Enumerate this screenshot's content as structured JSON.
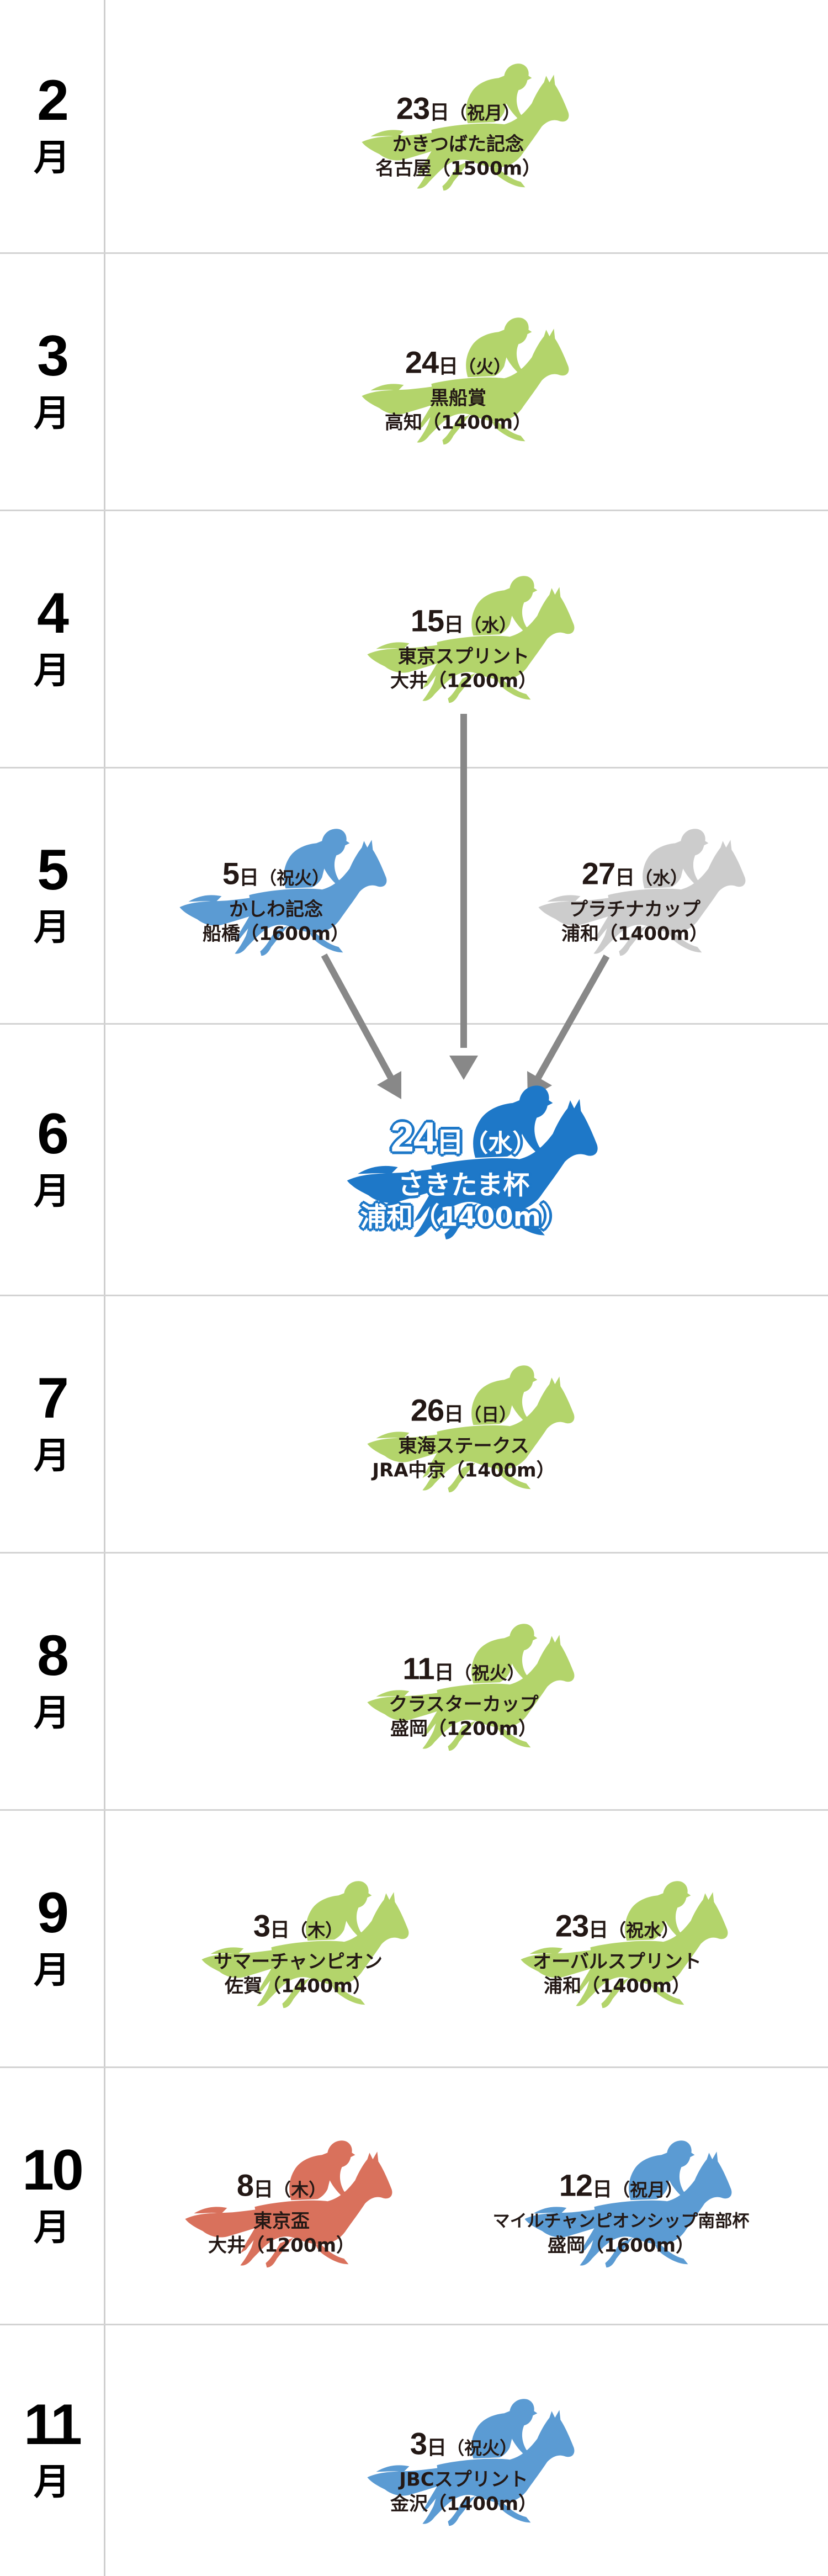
{
  "colors": {
    "grid_line": "#d3d3d3",
    "month_text": "#000000",
    "event_text": "#231815",
    "arrow": "#888888",
    "horse_green": "#b3d46b",
    "horse_blue": "#5b9bd3",
    "horse_gray": "#cccccc",
    "horse_red": "#d9715c",
    "horse_featured": "#1e78c8"
  },
  "months": [
    {
      "num": "2",
      "unit": "月"
    },
    {
      "num": "3",
      "unit": "月"
    },
    {
      "num": "4",
      "unit": "月"
    },
    {
      "num": "5",
      "unit": "月"
    },
    {
      "num": "6",
      "unit": "月"
    },
    {
      "num": "7",
      "unit": "月"
    },
    {
      "num": "8",
      "unit": "月"
    },
    {
      "num": "9",
      "unit": "月"
    },
    {
      "num": "10",
      "unit": "月"
    },
    {
      "num": "11",
      "unit": "月"
    }
  ],
  "events": {
    "feb": {
      "day": "23",
      "suffix": "日",
      "dow": "（祝月）",
      "name": "かきつばた記念",
      "venue": "名古屋（1500m）",
      "color": "green"
    },
    "mar": {
      "day": "24",
      "suffix": "日",
      "dow": "（火）",
      "name": "黒船賞",
      "venue": "高知（1400m）",
      "color": "green"
    },
    "apr": {
      "day": "15",
      "suffix": "日",
      "dow": "（水）",
      "name": "東京スプリント",
      "venue": "大井（1200m）",
      "color": "green"
    },
    "may_left": {
      "day": "5",
      "suffix": "日",
      "dow": "（祝火）",
      "name": "かしわ記念",
      "venue": "船橋（1600m）",
      "color": "blue"
    },
    "may_right": {
      "day": "27",
      "suffix": "日",
      "dow": "（水）",
      "name": "プラチナカップ",
      "venue": "浦和（1400m）",
      "color": "gray"
    },
    "jun": {
      "day": "24",
      "suffix": "日",
      "dow": "（水）",
      "name": "さきたま杯",
      "venue": "浦和（1400m）",
      "color": "featured"
    },
    "jul": {
      "day": "26",
      "suffix": "日",
      "dow": "（日）",
      "name": "東海ステークス",
      "venue": "JRA中京（1400m）",
      "color": "green"
    },
    "aug": {
      "day": "11",
      "suffix": "日",
      "dow": "（祝火）",
      "name": "クラスターカップ",
      "venue": "盛岡（1200m）",
      "color": "green"
    },
    "sep_left": {
      "day": "3",
      "suffix": "日",
      "dow": "（木）",
      "name": "サマーチャンピオン",
      "venue": "佐賀（1400m）",
      "color": "green"
    },
    "sep_right": {
      "day": "23",
      "suffix": "日",
      "dow": "（祝水）",
      "name": "オーバルスプリント",
      "venue": "浦和（1400m）",
      "color": "green"
    },
    "oct_left": {
      "day": "8",
      "suffix": "日",
      "dow": "（木）",
      "name": "東京盃",
      "venue": "大井（1200m）",
      "color": "red"
    },
    "oct_right": {
      "day": "12",
      "suffix": "日",
      "dow": "（祝月）",
      "name": "マイルチャンピオンシップ南部杯",
      "venue": "盛岡（1600m）",
      "color": "blue"
    },
    "nov": {
      "day": "3",
      "suffix": "日",
      "dow": "（祝火）",
      "name": "JBCスプリント",
      "venue": "金沢（1400m）",
      "color": "blue"
    }
  },
  "arrows": [
    {
      "from": "apr",
      "to": "jun"
    },
    {
      "from": "may_left",
      "to": "jun"
    },
    {
      "from": "may_right",
      "to": "jun"
    }
  ]
}
